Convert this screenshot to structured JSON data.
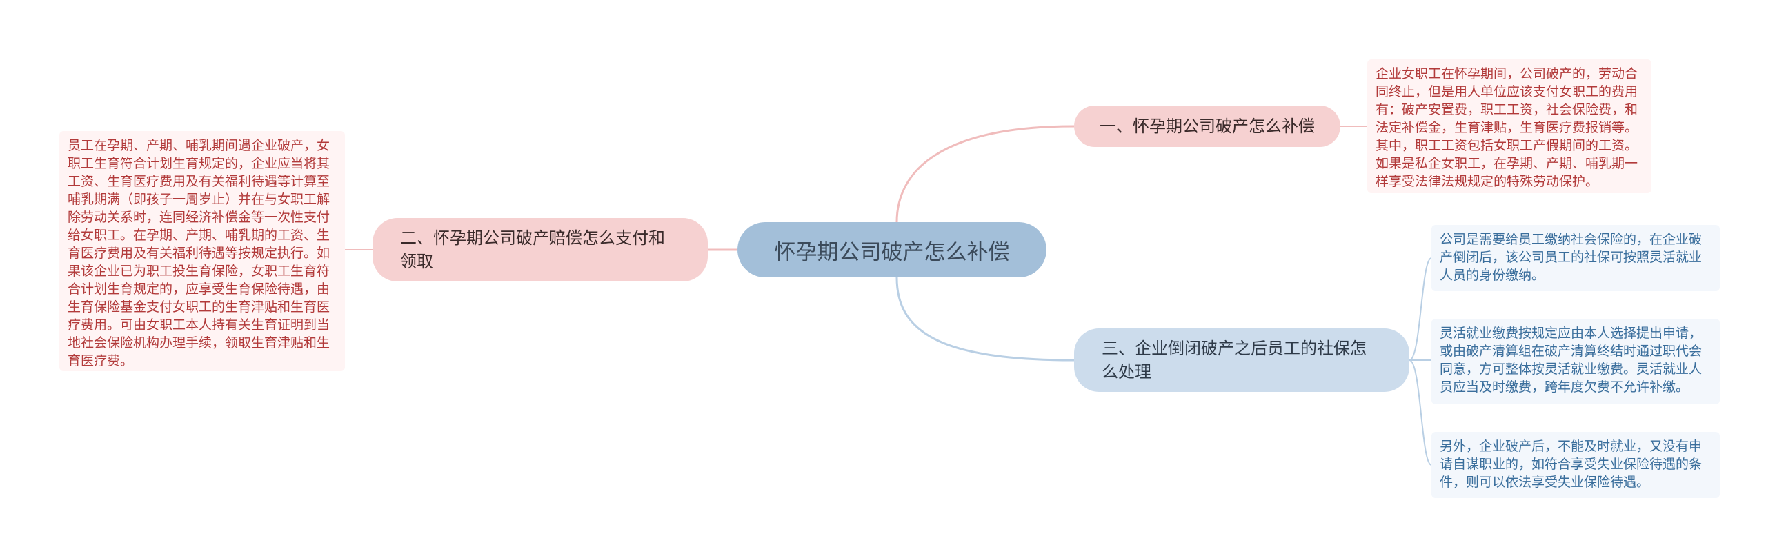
{
  "root": {
    "label": "怀孕期公司破产怎么补偿"
  },
  "branches": [
    {
      "label": "一、怀孕期公司破产怎么补偿",
      "color": "#f6d1d1",
      "leaves": [
        "企业女职工在怀孕期间，公司破产的，劳动合同终止，但是用人单位应该支付女职工的费用有：破产安置费，职工工资，社会保险费，和法定补偿金，生育津贴，生育医疗费报销等。其中，职工工资包括女职工产假期间的工资。 如果是私企女职工，在孕期、产期、哺乳期一样享受法律法规规定的特殊劳动保护。"
      ]
    },
    {
      "label": "二、怀孕期公司破产赔偿怎么支付和领取",
      "color": "#f6d1d1",
      "leaves": [
        "员工在孕期、产期、哺乳期间遇企业破产，女职工生育符合计划生育规定的，企业应当将其工资、生育医疗费用及有关福利待遇等计算至哺乳期满（即孩子一周岁止）并在与女职工解除劳动关系时，连同经济补偿金等一次性支付给女职工。在孕期、产期、哺乳期的工资、生育医疗费用及有关福利待遇等按规定执行。如果该企业已为职工投生育保险，女职工生育符合计划生育规定的，应享受生育保险待遇，由生育保险基金支付女职工的生育津贴和生育医疗费用。可由女职工本人持有关生育证明到当地社会保险机构办理手续，领取生育津贴和生育医疗费。"
      ]
    },
    {
      "label": "三、企业倒闭破产之后员工的社保怎么处理",
      "color": "#ccdcec",
      "leaves": [
        "公司是需要给员工缴纳社会保险的，在企业破产倒闭后，该公司员工的社保可按照灵活就业人员的身份缴纳。",
        "灵活就业缴费按规定应由本人选择提出申请，或由破产清算组在破产清算终结时通过职代会同意，方可整体按灵活就业缴费。灵活就业人员应当及时缴费，跨年度欠费不允许补缴。",
        "另外，企业破产后，不能及时就业，又没有申请自谋职业的，如符合享受失业保险待遇的条件，则可以依法享受失业保险待遇。"
      ]
    }
  ],
  "colors": {
    "root": "#a3bfd9",
    "pink_link": "#f0bcbc",
    "blue_link": "#b9cfe4",
    "leaf_red_text": "#b23a3a",
    "leaf_blue_text": "#3a6e9c"
  }
}
